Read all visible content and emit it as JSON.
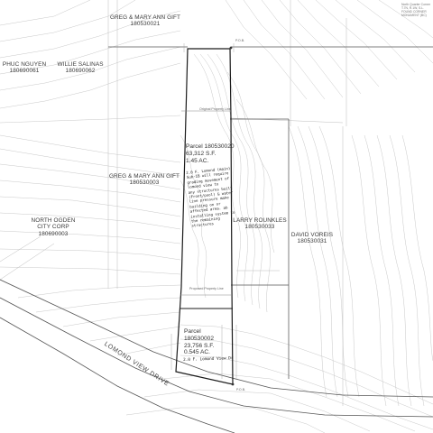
{
  "owners": [
    {
      "name": "GREG & MARY ANN GIFT",
      "parcel_id": "180530021"
    },
    {
      "name": "PHUC NGUYEN",
      "parcel_id": "180690061"
    },
    {
      "name": "WILLIE SALINAS",
      "parcel_id": "180690062"
    },
    {
      "name": "GREG & MARY ANN GIFT",
      "parcel_id": "180530003"
    },
    {
      "name": "NORTH OGDEN",
      "name2": "CITY CORP",
      "parcel_id": "180690003"
    },
    {
      "name": "LARRY ROUNKLES",
      "parcel_id": "180530033"
    },
    {
      "name": "DAVID VOREIS",
      "parcel_id": "180530031"
    }
  ],
  "parcels": [
    {
      "label": "Parcel  180530020",
      "area_sf": "63,312 S.F.",
      "area_ac": "1.45 AC."
    },
    {
      "label": "Parcel",
      "parcel_id": "180530002",
      "area_sf": "23,756 S.F.",
      "area_ac": "0.545 AC."
    }
  ],
  "handwritten_note": [
    "2.0 F. Lomond (main)",
    "Sub-IB will require",
    "grading movement of",
    "lomond view to",
    "any structures built",
    "(Front/pool) & water",
    "line pressure make",
    "building on or",
    "affected area. ab",
    "installing system to",
    "the remaining",
    "structures"
  ],
  "address_note": "2.0 F. Lomond View Dr",
  "road_name": "LOMOND VIEW DRIVE",
  "lines": {
    "original": "Original Property Line",
    "proposed": "Proposed Property Line"
  },
  "pob": "P.O.B.",
  "pos": "P.O.B.",
  "corner_note": [
    "North Quarter Corner",
    "T.7N, R.1W, S.L.",
    "FOUND CORNER",
    "MONUMENT (BC)"
  ],
  "colors": {
    "ink": "#333333",
    "contour": "#b8b8b8",
    "boundary": "#1a1a1a"
  }
}
